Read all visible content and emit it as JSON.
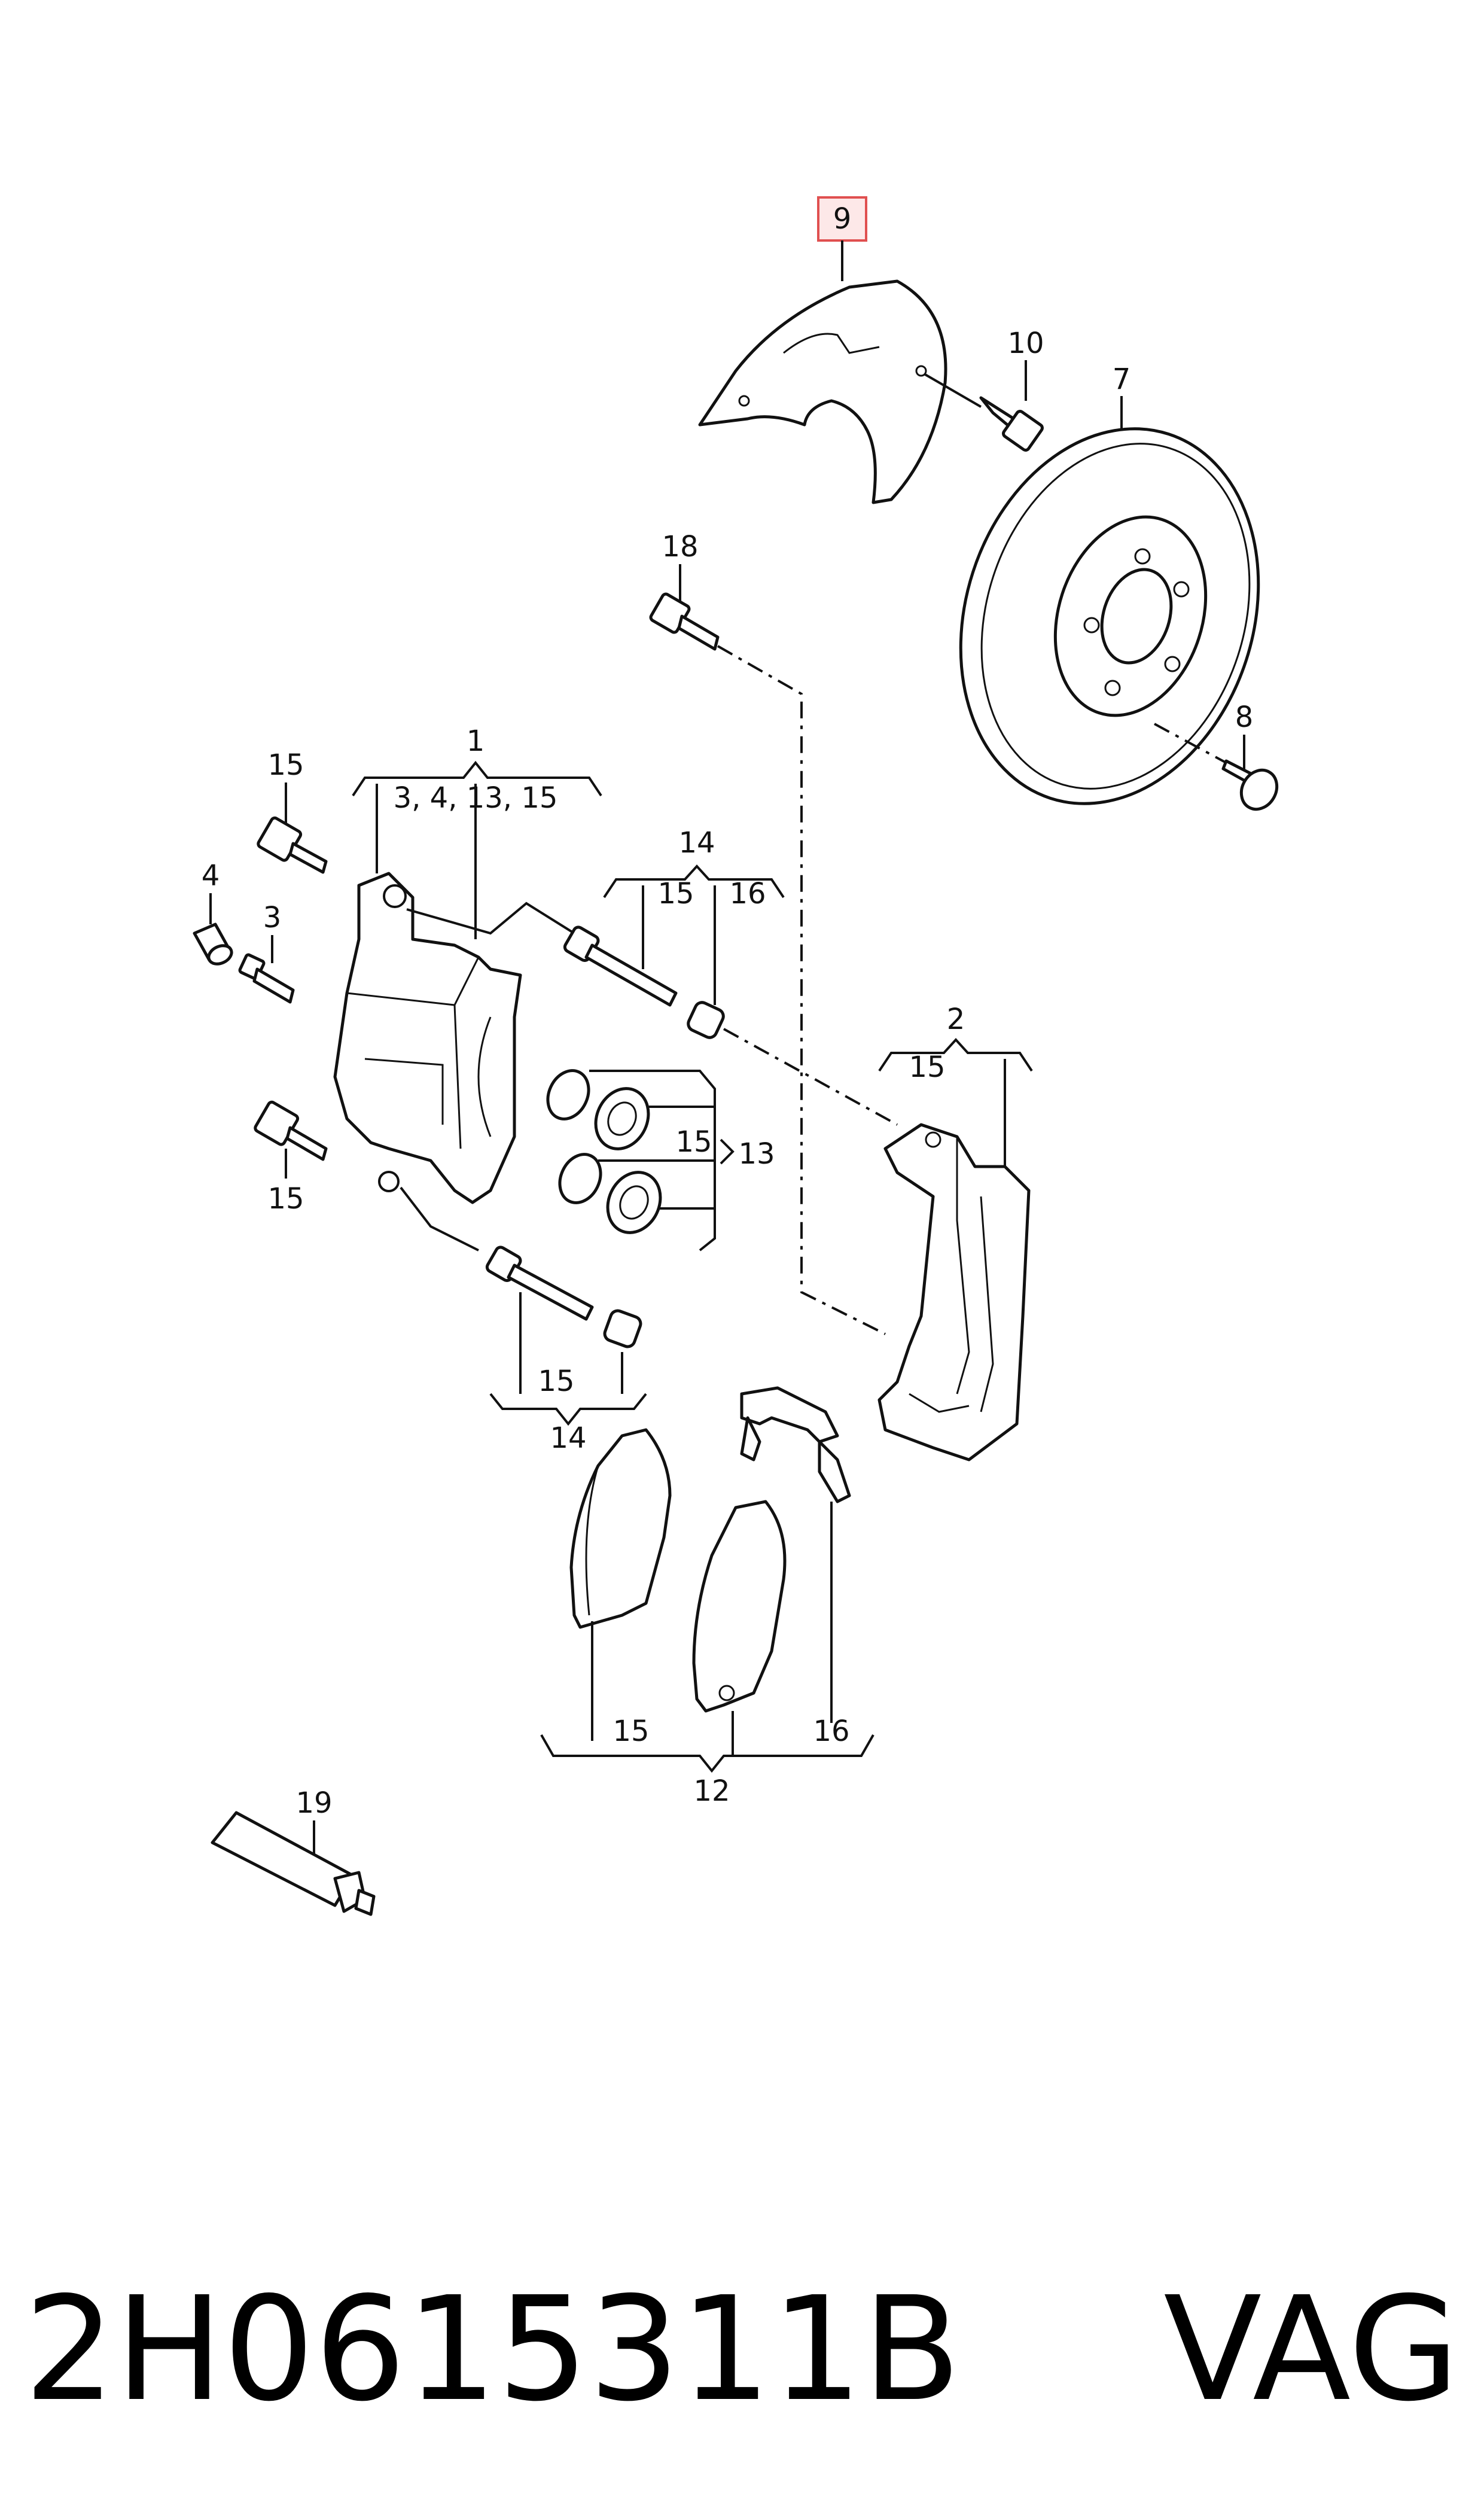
{
  "diagram": {
    "highlight_color": "#e05050",
    "highlight_fill": "#fde8e8",
    "callouts": {
      "c1": "1",
      "c1_sub": "3, 4,   13, 15",
      "c2": "2",
      "c2_sub": "15",
      "c3": "3",
      "c4": "4",
      "c7": "7",
      "c8": "8",
      "c9": "9",
      "c10": "10",
      "c12": "12",
      "c12_a": "15",
      "c12_b": "16",
      "c13": "13",
      "c13_sub": "15",
      "c14_top": "14",
      "c14_top_a": "15",
      "c14_top_b": "16",
      "c14_bottom": "14",
      "c14_bottom_sub": "15",
      "c15_top": "15",
      "c15_bottom": "15",
      "c18": "18",
      "c19": "19"
    }
  },
  "footer": {
    "part_number": "2H0615311B",
    "brand": "VAG"
  }
}
